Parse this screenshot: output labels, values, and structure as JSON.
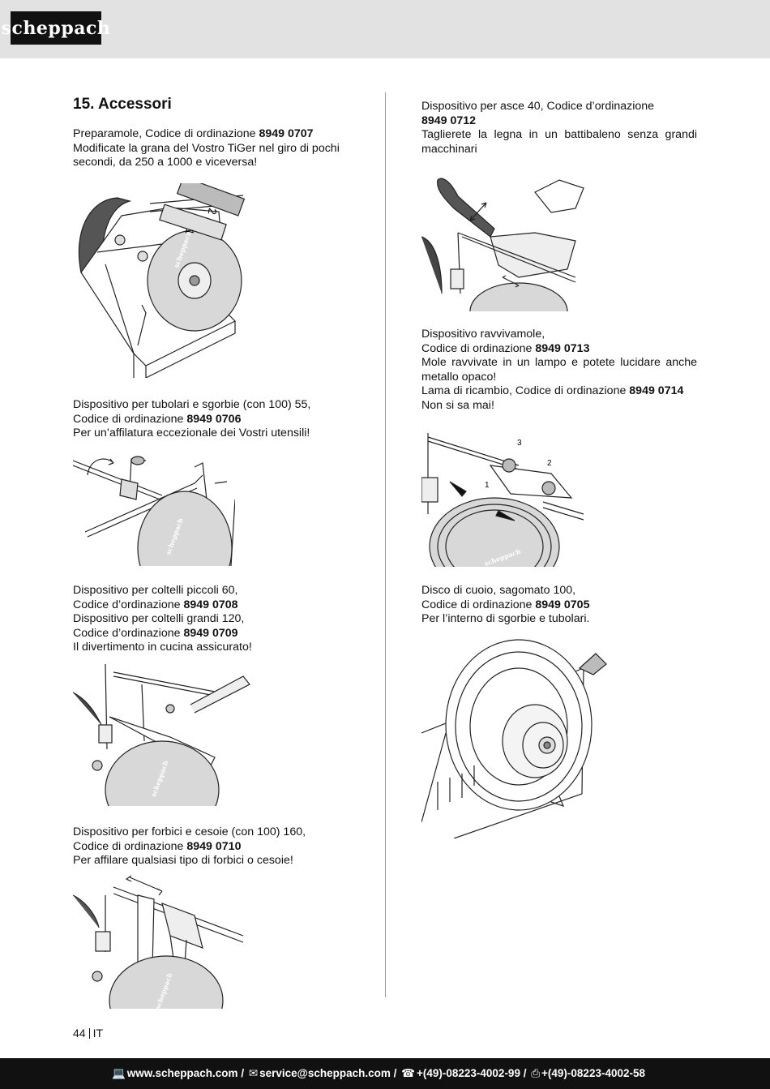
{
  "header": {
    "logo_text": "scheppach"
  },
  "section_title": "15. Accessori",
  "left": {
    "item1": {
      "line1": "Preparamole, Codice di ordinazione ",
      "code": "8949 0707",
      "desc": "Modificate la grana del Vostro TiGer nel giro di pochi secondi, da 250 a 1000 e viceversa!",
      "fig_labels": [
        "2",
        "1"
      ],
      "fig_logo": "scheppach"
    },
    "item2": {
      "line1": "Dispositivo per tubolari e sgorbie (con 100) 55,",
      "line2_prefix": "Codice di ordinazione ",
      "code": "8949 0706",
      "desc": "Per un’affilatura eccezionale dei Vostri utensili!",
      "fig_logo": "scheppach"
    },
    "item3": {
      "line1": "Dispositivo per coltelli piccoli 60,",
      "line2_prefix": "Codice d’ordinazione ",
      "code1": "8949 0708",
      "line3": "Dispositivo per coltelli grandi 120,",
      "line4_prefix": "Codice d’ordinazione ",
      "code2": "8949 0709",
      "desc": "Il divertimento in cucina assicurato!",
      "fig_logo": "scheppach"
    },
    "item4": {
      "line1": "Dispositivo per forbici e cesoie (con 100) 160,",
      "line2_prefix": "Codice di ordinazione ",
      "code": "8949 0710",
      "desc": "Per affilare qualsiasi tipo di forbici o cesoie!",
      "fig_logo": "scheppach"
    }
  },
  "right": {
    "item1": {
      "line1": "Dispositivo per asce 40, Codice d’ordinazione",
      "code": "8949 0712",
      "desc": "Taglierete la legna in un battibaleno senza grandi macchinari"
    },
    "item2": {
      "line1": "Dispositivo ravvivamole,",
      "line2_prefix": "Codice di ordinazione ",
      "code1": "8949 0713",
      "desc": "Mole ravvivate in un lampo e potete lucidare anche metallo opaco!",
      "line4_prefix": "Lama di ricambio, Codice di ordinazione ",
      "code2": "8949 0714",
      "line5": "Non si sa mai!",
      "fig_labels": [
        "3",
        "2",
        "1"
      ],
      "fig_logo": "scheppach"
    },
    "item3": {
      "line1": "Disco di cuoio, sagomato 100,",
      "line2_prefix": "Codice di ordinazione ",
      "code": "8949 0705",
      "desc": "Per l’interno di sgorbie e tubolari."
    }
  },
  "page_number": "44",
  "page_lang": "IT",
  "footer": {
    "web": "www.scheppach.com",
    "mail": "service@scheppach.com",
    "phone": "+(49)-08223-4002-99",
    "fax": "+(49)-08223-4002-58",
    "sep": " / "
  }
}
